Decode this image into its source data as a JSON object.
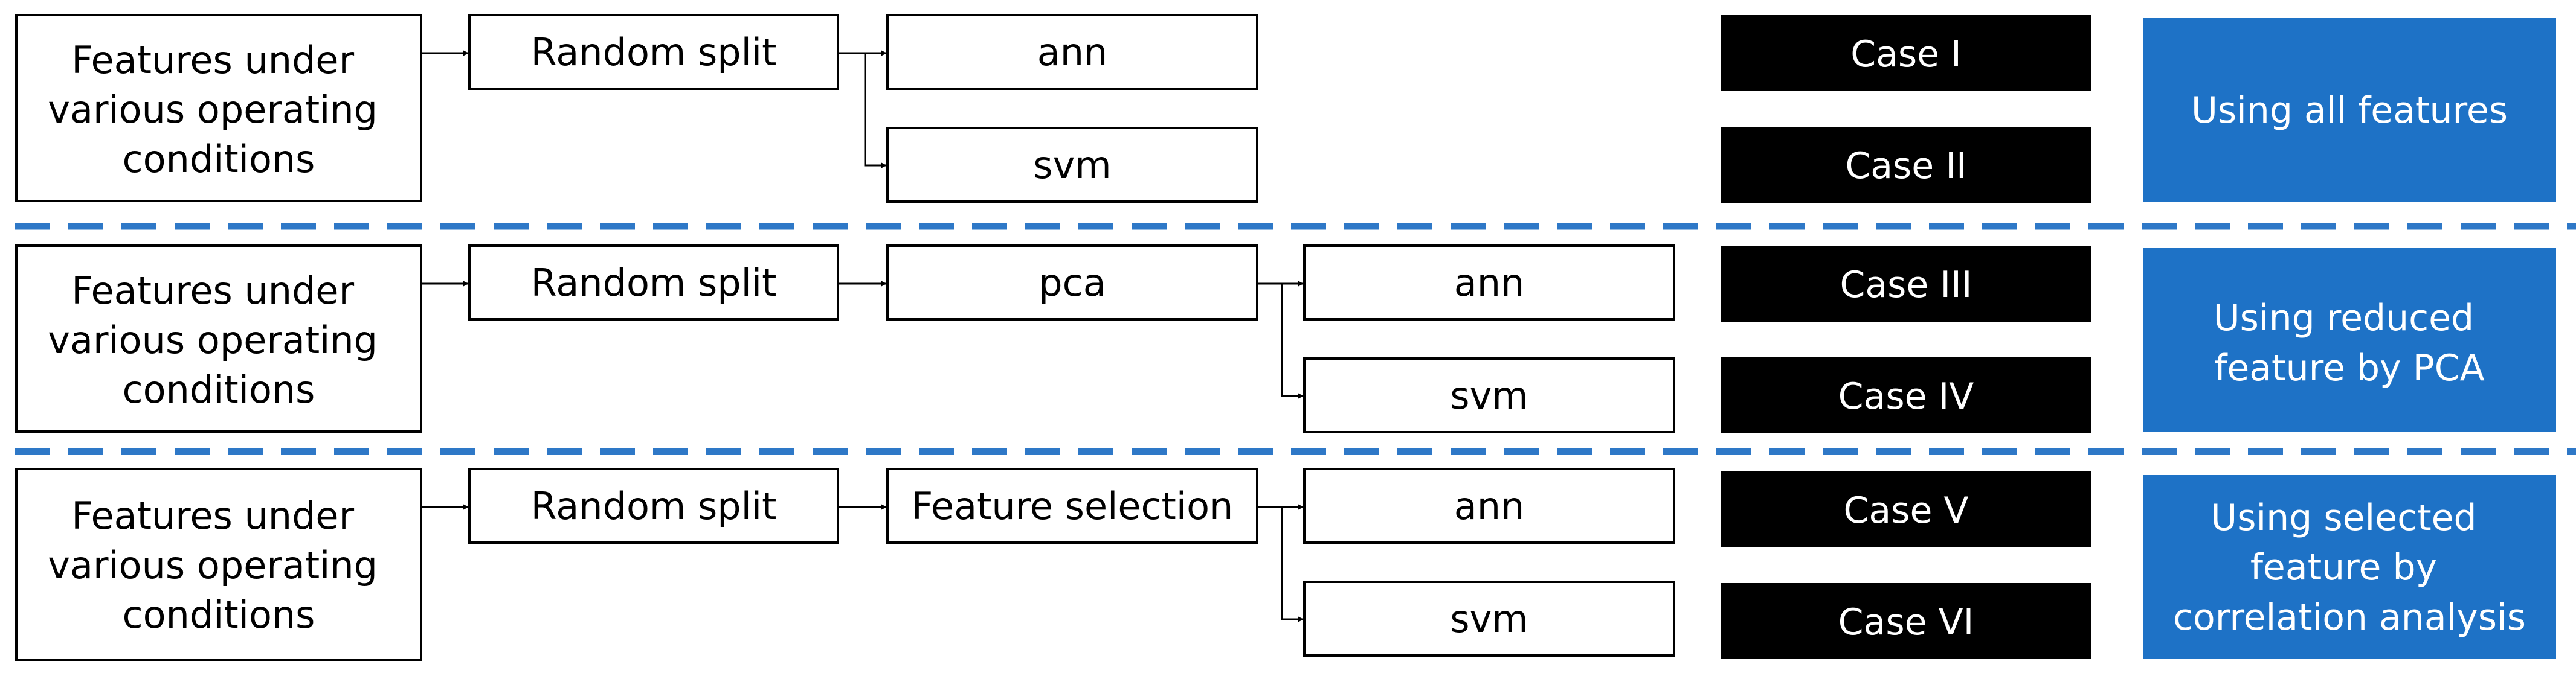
{
  "rows": [
    {
      "source": [
        "Features under",
        "various operating",
        "conditions"
      ],
      "split": "Random split",
      "reduction": "",
      "models": [
        "ann",
        "svm"
      ],
      "cases": [
        "Case I",
        "Case II"
      ],
      "description": [
        "Using all features"
      ]
    },
    {
      "source": [
        "Features under",
        "various operating",
        "conditions"
      ],
      "split": "Random split",
      "reduction": "pca",
      "models": [
        "ann",
        "svm"
      ],
      "cases": [
        "Case III",
        "Case IV"
      ],
      "description": [
        "Using reduced",
        "feature by PCA"
      ]
    },
    {
      "source": [
        "Features under",
        "various operating",
        "conditions"
      ],
      "split": "Random split",
      "reduction": "Feature selection",
      "models": [
        "ann",
        "svm"
      ],
      "cases": [
        "Case V",
        "Case VI"
      ],
      "description": [
        "Using selected",
        "feature by",
        "correlation analysis"
      ]
    }
  ],
  "colors": {
    "description_fill": "#1e72c6",
    "case_fill": "#000000",
    "separator": "#2e78c7"
  }
}
